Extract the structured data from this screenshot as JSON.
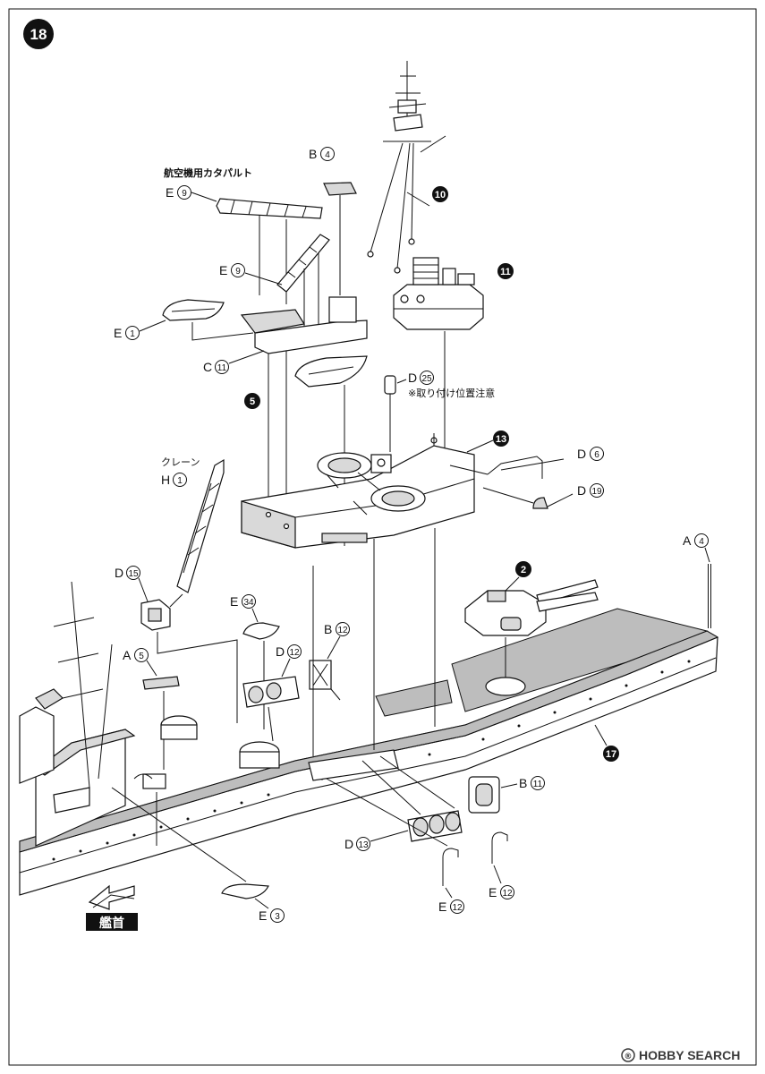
{
  "step": {
    "number": "18"
  },
  "callouts": [
    {
      "id": "assembly-10",
      "number": "10"
    },
    {
      "id": "assembly-11",
      "number": "11"
    },
    {
      "id": "assembly-5",
      "number": "5"
    },
    {
      "id": "assembly-13",
      "number": "13"
    },
    {
      "id": "assembly-2",
      "number": "2"
    },
    {
      "id": "assembly-17",
      "number": "17"
    }
  ],
  "parts": [
    {
      "id": "b4",
      "sprue": "B",
      "num": "4"
    },
    {
      "id": "e9a",
      "sprue": "E",
      "num": "9",
      "note": "航空機用カタパルト"
    },
    {
      "id": "e9b",
      "sprue": "E",
      "num": "9"
    },
    {
      "id": "e1",
      "sprue": "E",
      "num": "1"
    },
    {
      "id": "c11",
      "sprue": "C",
      "num": "11"
    },
    {
      "id": "d25",
      "sprue": "D",
      "num": "25",
      "note": "※取り付け位置注意"
    },
    {
      "id": "h1",
      "sprue": "H",
      "num": "1",
      "note": "クレーン"
    },
    {
      "id": "d6",
      "sprue": "D",
      "num": "6"
    },
    {
      "id": "d19",
      "sprue": "D",
      "num": "19"
    },
    {
      "id": "a4",
      "sprue": "A",
      "num": "4"
    },
    {
      "id": "d15",
      "sprue": "D",
      "num": "15"
    },
    {
      "id": "e34",
      "sprue": "E",
      "num": "34"
    },
    {
      "id": "a5",
      "sprue": "A",
      "num": "5"
    },
    {
      "id": "b12",
      "sprue": "B",
      "num": "12"
    },
    {
      "id": "d12",
      "sprue": "D",
      "num": "12"
    },
    {
      "id": "b11",
      "sprue": "B",
      "num": "11"
    },
    {
      "id": "d13",
      "sprue": "D",
      "num": "13"
    },
    {
      "id": "e12a",
      "sprue": "E",
      "num": "12"
    },
    {
      "id": "e12b",
      "sprue": "E",
      "num": "12"
    },
    {
      "id": "e3",
      "sprue": "E",
      "num": "3"
    }
  ],
  "bow_label": "艦首",
  "watermark": {
    "brand": "HOBBY SEARCH",
    "registered": "®"
  }
}
